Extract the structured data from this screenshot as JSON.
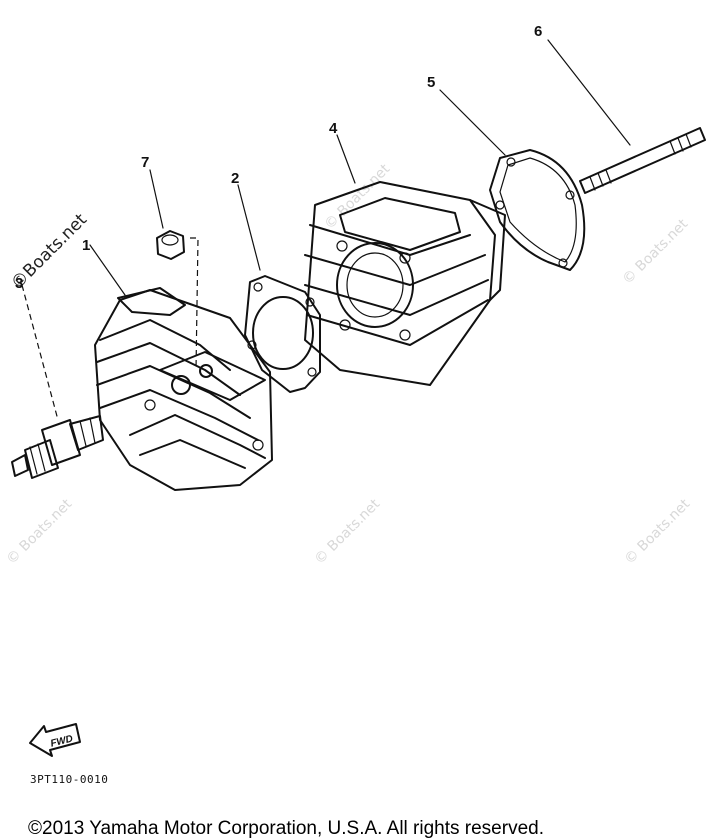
{
  "diagram": {
    "callouts": {
      "c1": "1",
      "c2": "2",
      "c3": "3",
      "c4": "4",
      "c5": "5",
      "c6": "6",
      "c7": "7"
    },
    "fwd_label": "FWD",
    "watermark": "© Boats.net",
    "watermark_large": "©Boats.net",
    "part_code": "3PT110-0010",
    "copyright": "©2013 Yamaha Motor Corporation, U.S.A. All rights reserved."
  }
}
